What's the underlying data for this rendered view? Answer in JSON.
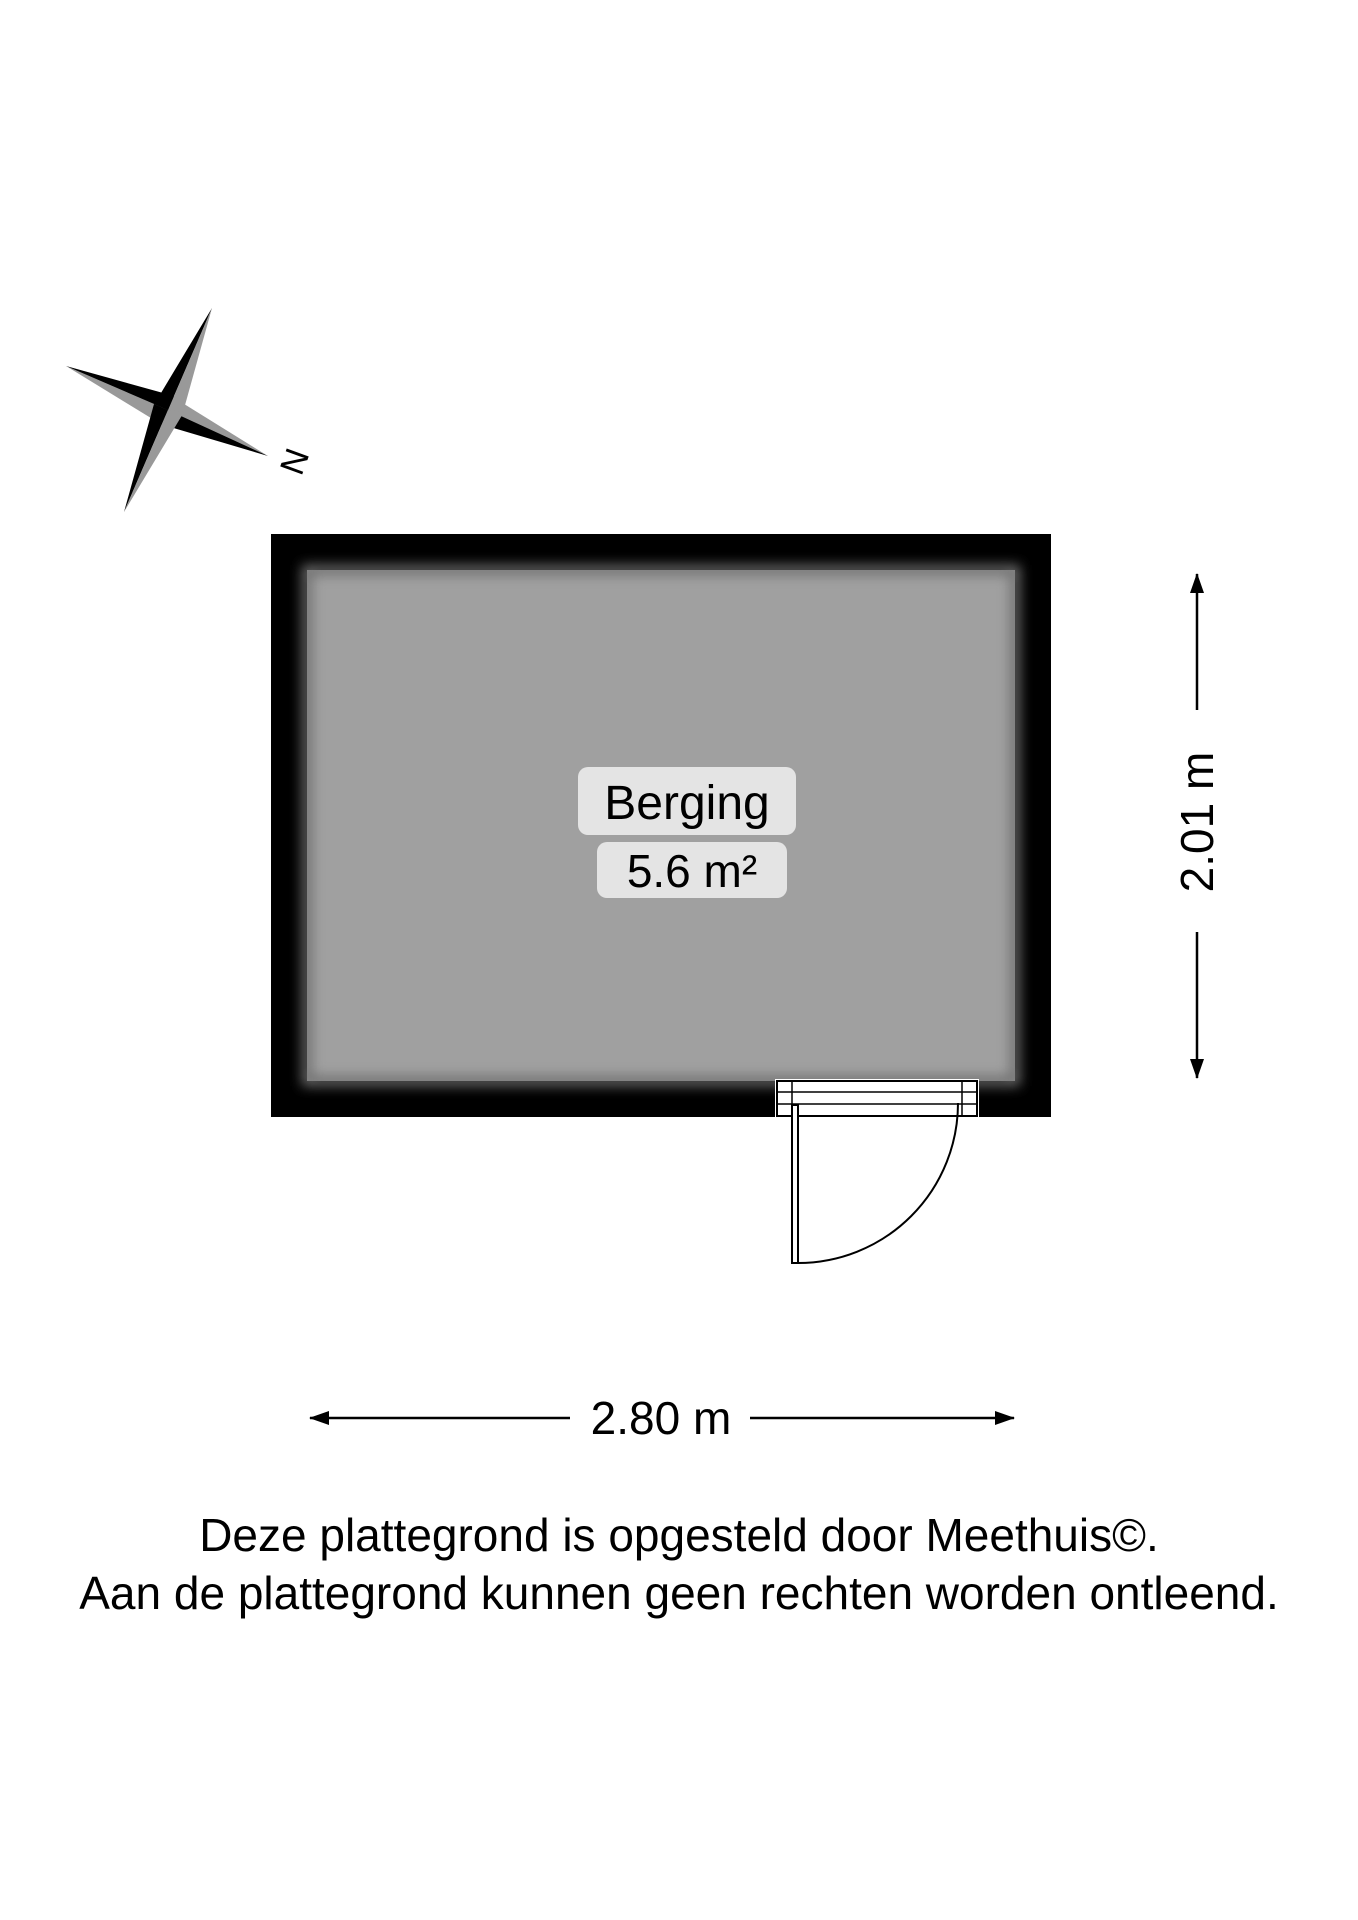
{
  "compass": {
    "north_label": "N"
  },
  "room": {
    "name": "Berging",
    "area": "5.6 m²"
  },
  "dimensions": {
    "width": "2.80 m",
    "depth": "2.01 m"
  },
  "disclaimer": {
    "line1": "Deze plattegrond is opgesteld door Meethuis©.",
    "line2": "Aan de plattegrond kunnen geen rechten worden ontleend."
  },
  "colors": {
    "wall": "#000000",
    "floor": "#a0a0a0",
    "label_background": "#e4e4e4",
    "compass_dark": "#000000",
    "compass_light": "#999999"
  }
}
